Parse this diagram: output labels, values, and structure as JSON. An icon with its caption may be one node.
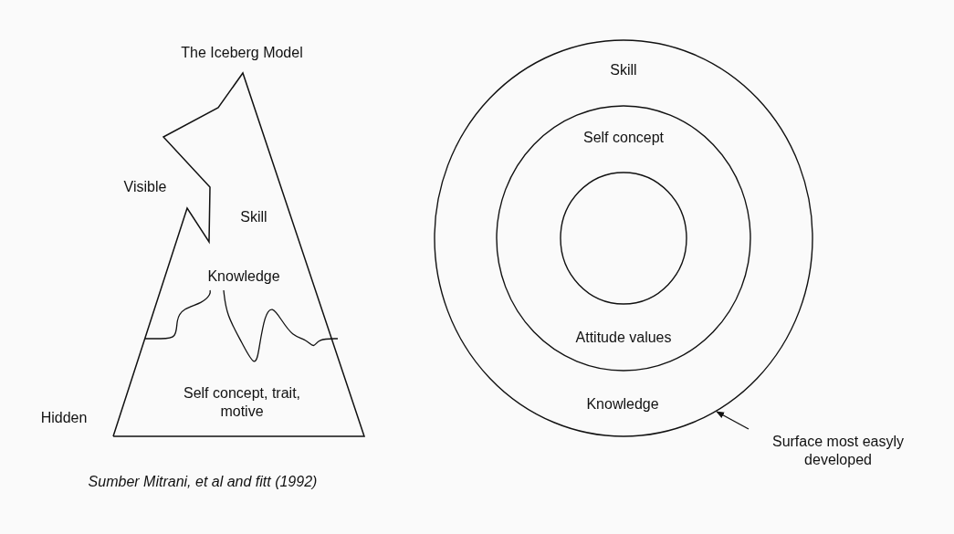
{
  "diagram": {
    "title": "The Iceberg Model",
    "caption": "Sumber Mitrani, et al and fitt (1992)",
    "nodes": [
      {
        "text": [
          "Skill",
          "Knowledge",
          "Self concept, trait, motive"
        ]
      },
      {
        "text": [
          "Skill",
          "Knowledge"
        ]
      },
      {
        "text": [
          "Self concept",
          "Attitude values"
        ],
        "in": 1
      },
      {
        "text": [],
        "shape": "circle",
        "in": 2
      },
      {
        "text": [
          "Surface most easyly developed"
        ]
      }
    ],
    "edges": [
      {
        "from": 4,
        "to": 1,
        "arrow": "to"
      }
    ],
    "labels": [
      "Visible",
      "Hidden"
    ]
  }
}
